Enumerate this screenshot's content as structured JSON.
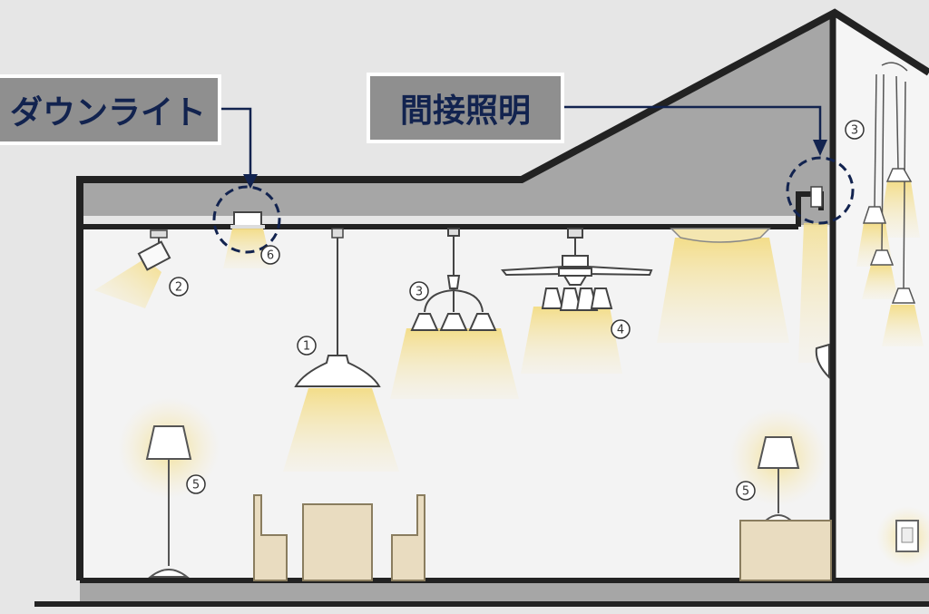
{
  "labels": {
    "downlight": "ダウンライト",
    "indirect": "間接照明"
  },
  "markers": {
    "pendant": "1",
    "spotlight": "2",
    "chandelier": "3",
    "ceiling_fan": "4",
    "floor_lamp": "5",
    "downlight": "6",
    "right_pendants": "3",
    "table_lamp": "5"
  },
  "colors": {
    "background": "#e6e6e6",
    "wall": "#222222",
    "ceiling_band": "#a6a6a6",
    "interior": "#f3f3f3",
    "light_glow": "#f6e7a6",
    "label_fill": "#8f8f8f",
    "label_text": "#12234f",
    "callout_line": "#12234f",
    "furniture": "#e9dcc0"
  }
}
